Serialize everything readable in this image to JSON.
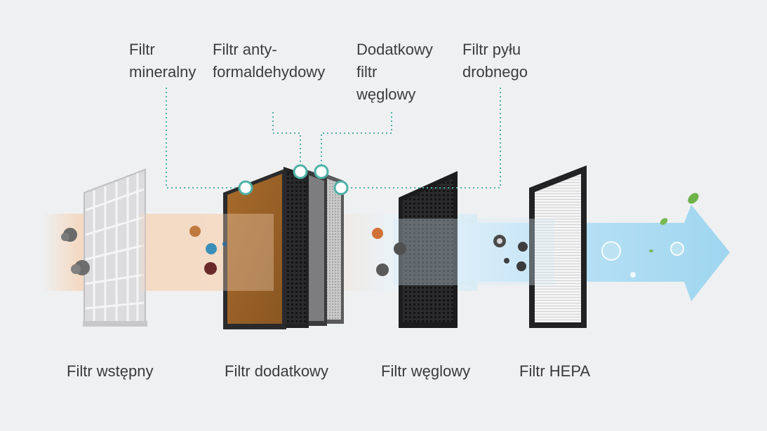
{
  "colors": {
    "background": "#eff0f2",
    "leader_line": "#4fb1a6",
    "arrow": "#a9d9f1",
    "dust_band": "#f4d8bf",
    "carbon_filter": "#1c1c1e",
    "mineral_filter": "#9a6228"
  },
  "callouts": [
    {
      "id": "mineral",
      "text": "Filtr\nmineralny"
    },
    {
      "id": "formaldehyde",
      "text": "Filtr anty-\nformaldehydowy"
    },
    {
      "id": "extra-carbon",
      "text": "Dodatkowy\nfiltr\nwęglowy"
    },
    {
      "id": "fine-dust",
      "text": "Filtr pyłu\ndrobnego"
    }
  ],
  "stages": [
    {
      "id": "pre",
      "label": "Filtr wstępny"
    },
    {
      "id": "additional",
      "label": "Filtr dodatkowy"
    },
    {
      "id": "carbon",
      "label": "Filtr węglowy"
    },
    {
      "id": "hepa",
      "label": "Filtr HEPA"
    }
  ],
  "icons": {
    "flow_arrow": "air-flow-arrow-icon",
    "particles": "pollutant-particle-icon",
    "leaves": "leaf-icon",
    "droplets": "clean-air-droplet-icon"
  }
}
